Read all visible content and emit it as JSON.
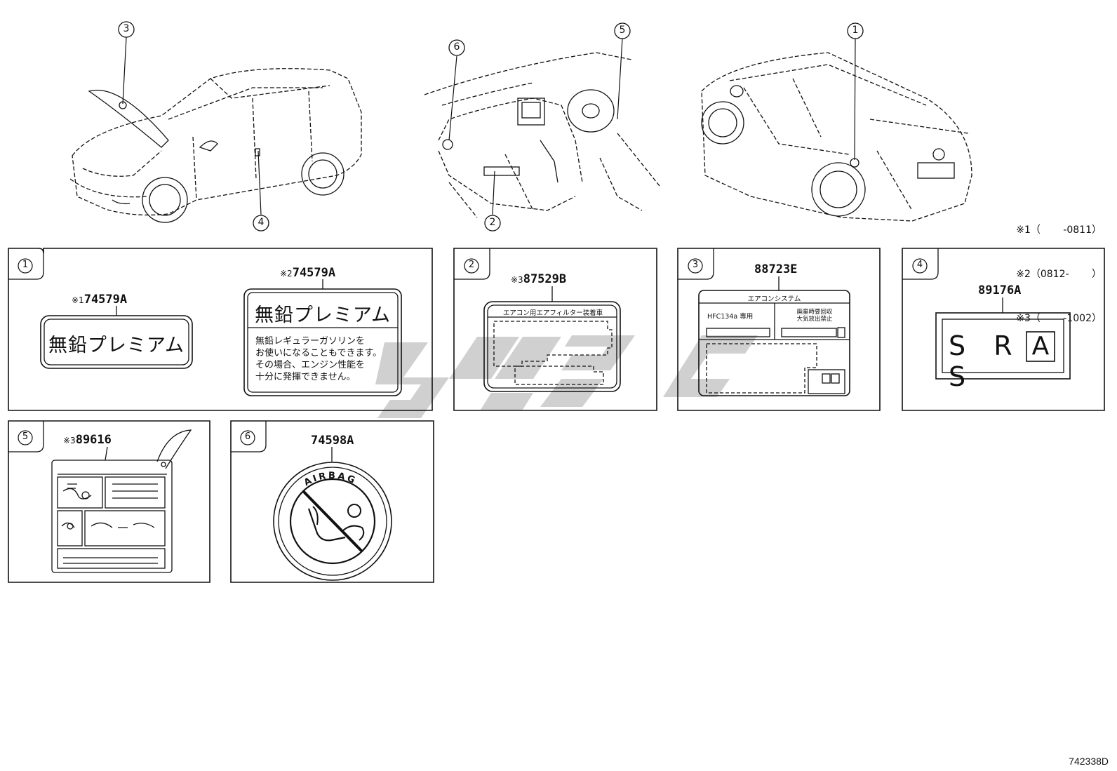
{
  "callouts": {
    "front_car_hood": "3",
    "front_car_door": "4",
    "interior_left": "6",
    "interior_right": "5",
    "interior_bottom": "2",
    "rear_car": "1"
  },
  "notes": {
    "line1": "※1（　　 -0811）",
    "line2": "※2（0812-　　 ）",
    "line3": "※3（　　 -1002）"
  },
  "panels": {
    "p1": {
      "number": "1",
      "left": {
        "mark": "※1",
        "part": "74579A",
        "label": "無鉛プレミアム"
      },
      "right": {
        "mark": "※2",
        "part": "74579A",
        "title": "無鉛プレミアム",
        "lines": [
          "無鉛レギュラーガソリンを",
          "お使いになることもできます。",
          "その場合、エンジン性能を",
          "十分に発揮できません。"
        ]
      }
    },
    "p2": {
      "number": "2",
      "mark": "※3",
      "part": "87529B",
      "title": "エアコン用エアフィルター装着車"
    },
    "p3": {
      "number": "3",
      "part": "88723E",
      "header": "エアコンシステム",
      "left_text": "HFC134a 専用",
      "right_text1": "廃棄時要回収",
      "right_text2": "大気放出禁止"
    },
    "p4": {
      "number": "4",
      "part": "89176A",
      "label": "S R S",
      "boxed": "A"
    },
    "p5": {
      "number": "5",
      "mark": "※3",
      "part": "89616"
    },
    "p6": {
      "number": "6",
      "part": "74598A",
      "ring_text": "AIRBAG"
    }
  },
  "diagram_code": "742338D",
  "watermark_color": "#c8c8c8"
}
